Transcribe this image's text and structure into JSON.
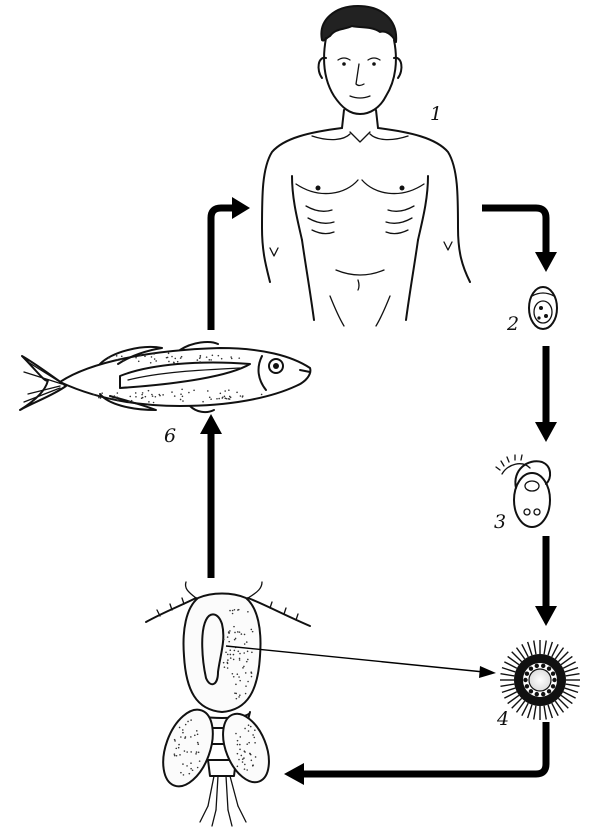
{
  "diagram": {
    "stages": [
      {
        "id": "human",
        "label": "1"
      },
      {
        "id": "egg",
        "label": "2"
      },
      {
        "id": "coracidium-hatching",
        "label": "3"
      },
      {
        "id": "coracidium",
        "label": "4"
      },
      {
        "id": "copepod",
        "label": ""
      },
      {
        "id": "fish",
        "label": "6"
      }
    ],
    "colors": {
      "ink": "#111111",
      "arrow": "#000000",
      "background": "#ffffff"
    }
  }
}
